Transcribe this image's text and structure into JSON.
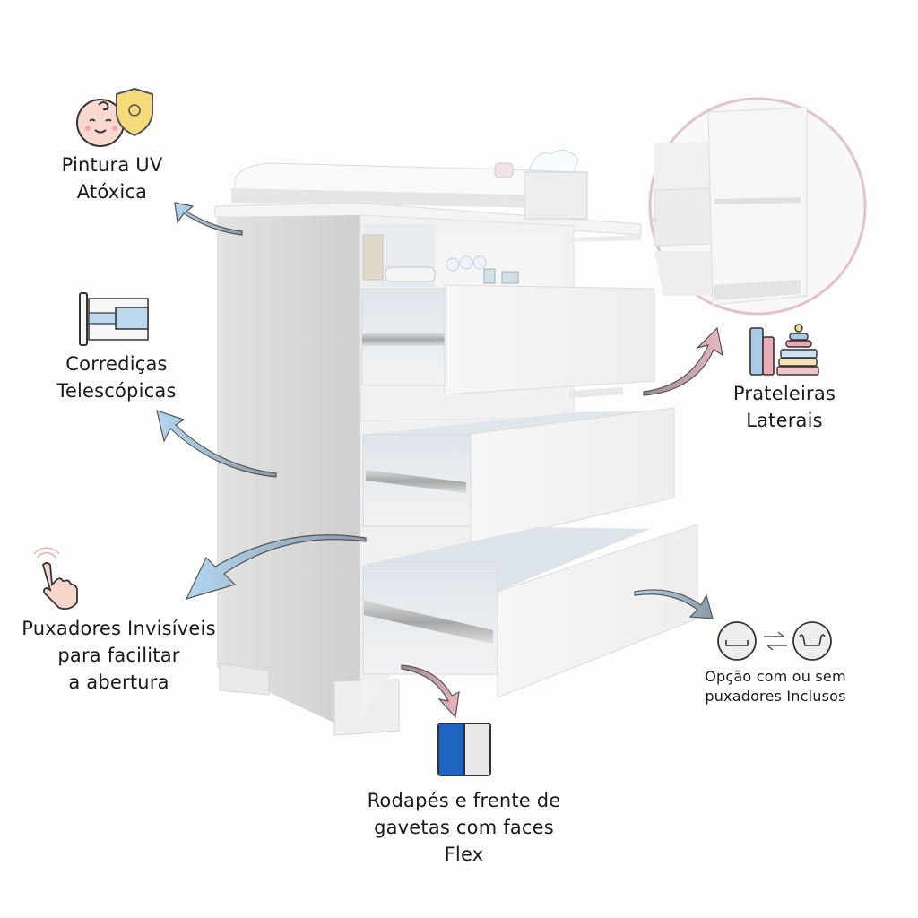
{
  "features": {
    "uv_paint": {
      "icon": "baby-shield-sun-icon",
      "lines": [
        "Pintura UV",
        "Atóxica"
      ]
    },
    "slides": {
      "icon": "telescopic-slide-icon",
      "lines": [
        "Corrediças",
        "Telescópicas"
      ]
    },
    "handles": {
      "icon": "touch-hand-icon",
      "lines": [
        "Puxadores Invisíveis",
        "para facilitar",
        "a abertura"
      ]
    },
    "shelves": {
      "icon": "books-stack-toy-icon",
      "lines": [
        "Prateleiras",
        "Laterais"
      ]
    },
    "pull_option": {
      "icon": "handle-swap-icon",
      "lines": [
        "Opção com ou sem",
        "puxadores Inclusos"
      ]
    },
    "flex": {
      "icon": "color-swatch-icon",
      "lines": [
        "Rodapés e frente de",
        "gavetas com faces",
        "Flex"
      ],
      "swatch_colors": [
        "#1f63c0",
        "#e8e8e8"
      ]
    }
  },
  "colors": {
    "accent_blue": "#b9d8ee",
    "accent_pink": "#e8b8c4",
    "circle_border": "#e2c3cb"
  }
}
